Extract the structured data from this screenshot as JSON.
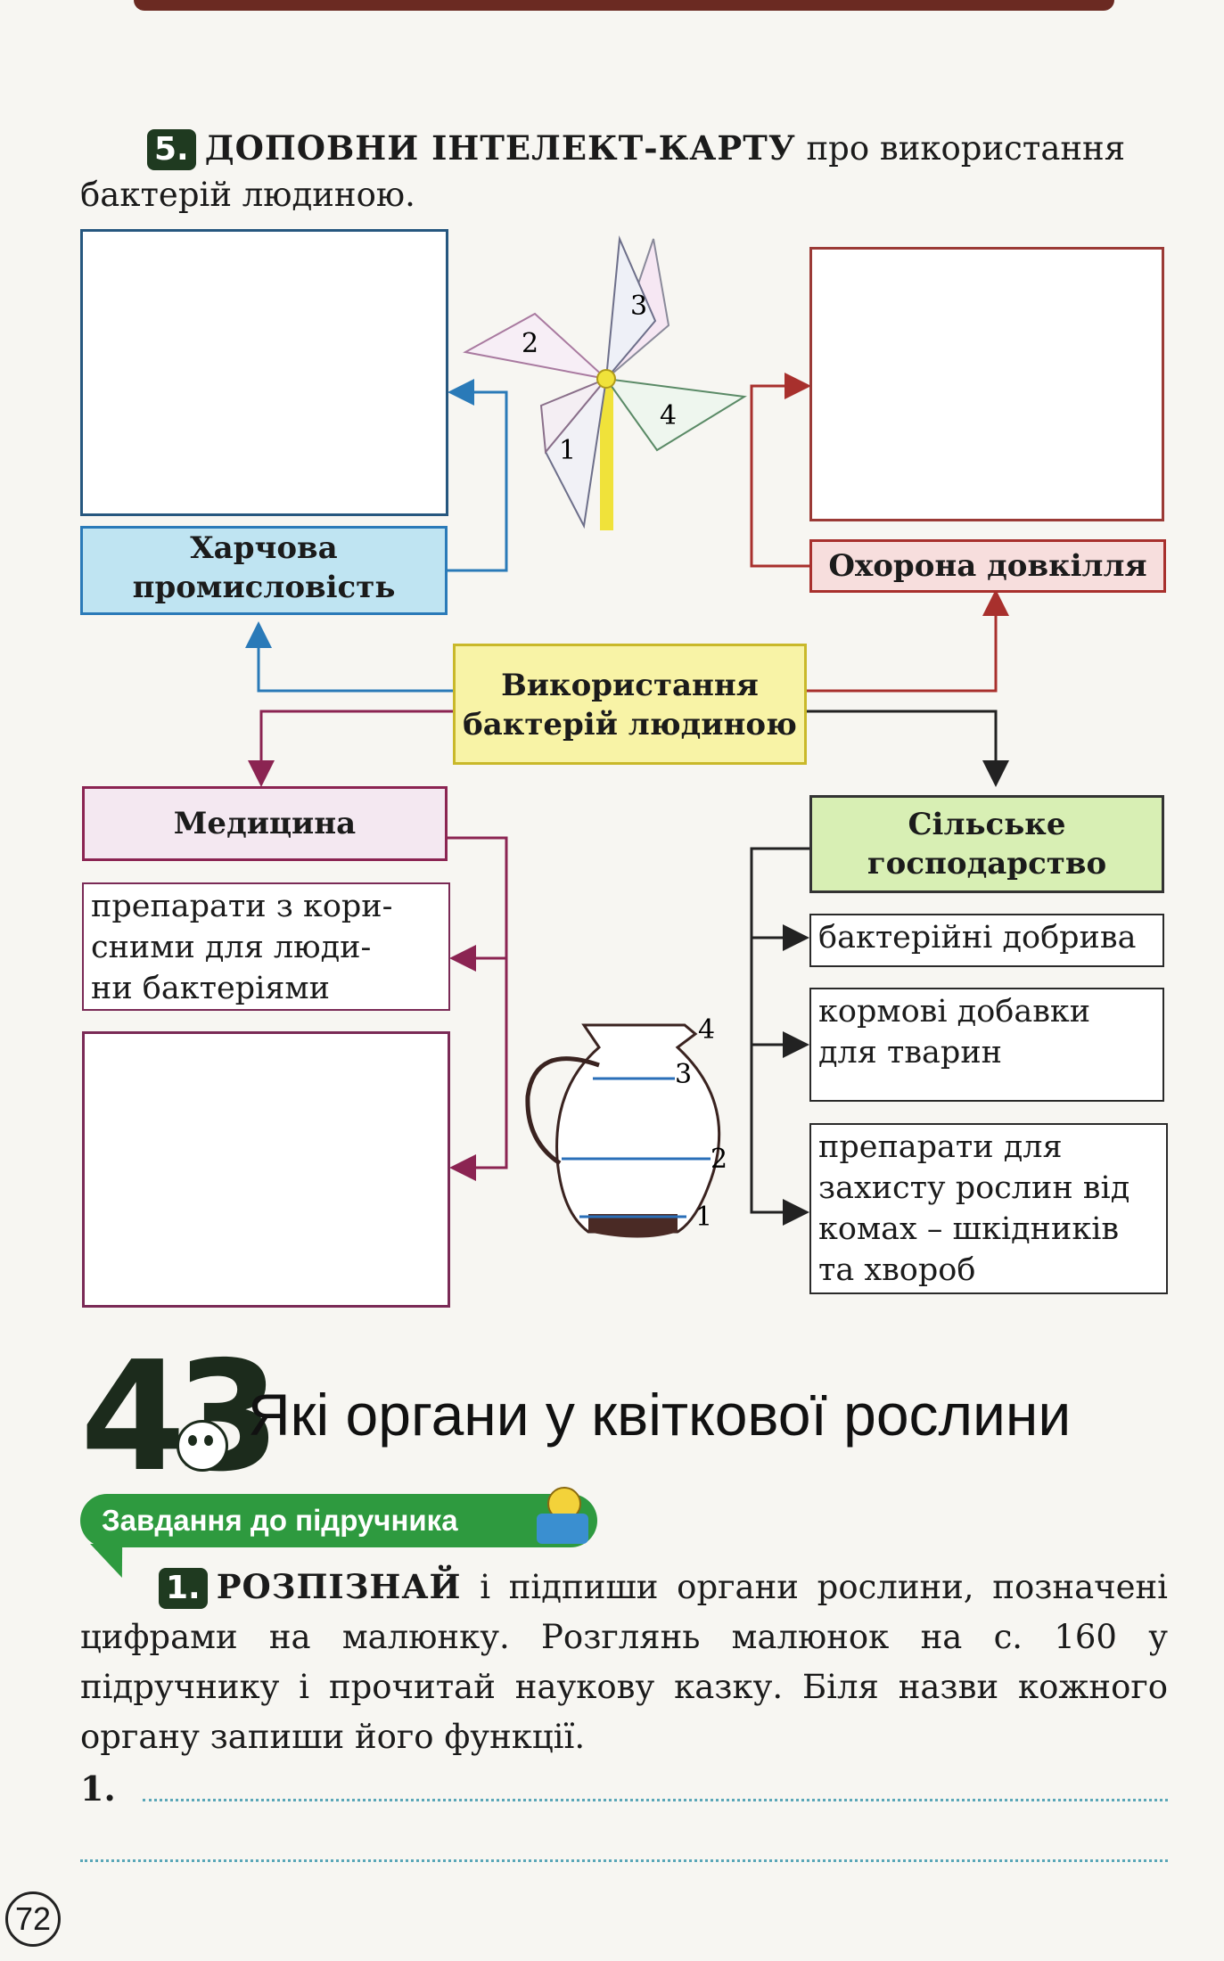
{
  "task5": {
    "number": "5.",
    "title": "ДОПОВНИ ІНТЕЛЕКТ-КАРТУ",
    "text": " про використання бактерій людиною."
  },
  "mindmap": {
    "center": {
      "line1": "Використання",
      "line2": "бактерій людиною"
    },
    "food": {
      "line1": "Харчова",
      "line2": "промисловість"
    },
    "environment": {
      "label": "Охорона довкілля"
    },
    "medicine": {
      "label": "Медицина",
      "item1": [
        "препарати з кори-",
        "сними для люди-",
        "ни бактеріями"
      ]
    },
    "agriculture": {
      "line1": "Сільське",
      "line2": "господарство",
      "item1": "бактерійні добрива",
      "item2": [
        "кормові добавки",
        "для тварин"
      ],
      "item3": [
        "препарати для",
        "захисту рослин від",
        "комах – шкідників",
        "та хвороб"
      ]
    },
    "pinwheel_labels": [
      "1",
      "2",
      "3",
      "4"
    ],
    "jug_labels": [
      "1",
      "2",
      "3",
      "4"
    ]
  },
  "lesson": {
    "number": "43",
    "title": "Які органи у квіткової рослини"
  },
  "banner": {
    "label": "Завдання до підручника"
  },
  "task1": {
    "number": "1.",
    "title": "РОЗПІЗНАЙ",
    "text": " і підпиши органи рослини, позначені цифрами на малюнку. Розглянь малюнок на с. 160 у підручнику і прочитай наукову казку. Біля назви кожного органу запиши його функції.",
    "answer_number": "1."
  },
  "page_number": "72",
  "colors": {
    "food": "#bfe4f2",
    "environment": "#f7dedd",
    "center": "#f8f3a6",
    "medicine": "#f4e8f1",
    "agriculture": "#d8efb4",
    "green_banner": "#2e9a3f"
  }
}
